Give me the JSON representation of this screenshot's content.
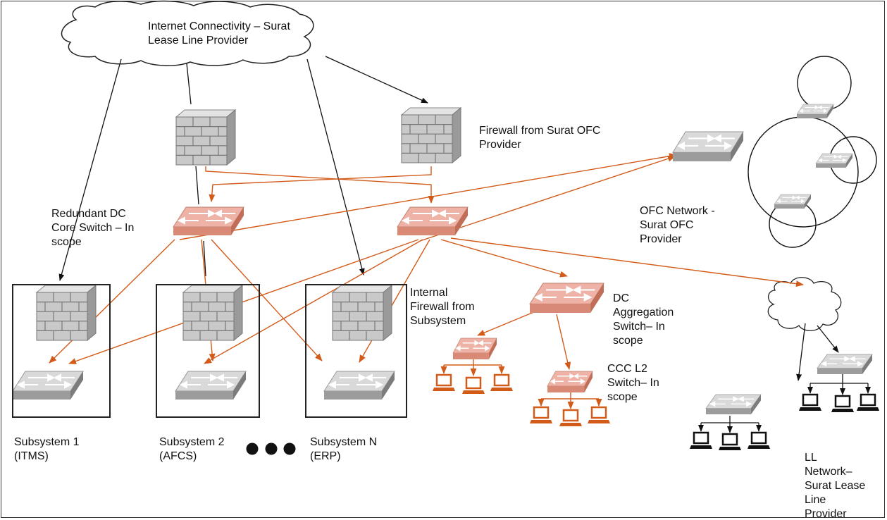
{
  "labels": {
    "internet": "Internet Connectivity – Surat\nLease Line Provider",
    "firewall_ofc": "Firewall from Surat OFC\nProvider",
    "core_switch": "Redundant DC\nCore Switch – In\nscope",
    "ofc_network": "OFC Network -\nSurat OFC\nProvider",
    "internal_firewall": "Internal\nFirewall from\nSubsystem",
    "dc_aggregation": "DC\nAggregation\nSwitch– In\nscope",
    "ccc_l2": "CCC L2\nSwitch– In\nscope",
    "subsystem1": "Subsystem 1\n(ITMS)",
    "subsystem2": "Subsystem 2\n(AFCS)",
    "subsystemN": "Subsystem N\n(ERP)",
    "ll_network": "LL\nNetwork–\nSurat Lease\nLine\nProvider"
  },
  "colors": {
    "orange": "#d35b1a",
    "black": "#111111",
    "gray_device": "#b8b8b8",
    "salmon_device": "#e8a597"
  }
}
